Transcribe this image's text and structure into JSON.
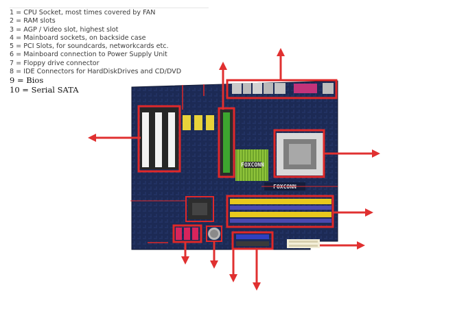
{
  "legend": [
    "1 = CPU Socket, most times covered by FAN",
    "2 = RAM slots",
    "3 = AGP / Video slot, highest slot",
    "4 = Mainboard sockets, on backside case",
    "5 = PCI Slots, for soundcards, networkcards etc.",
    "6 = Mainboard connection to Power Supply Unit",
    "7 = Floppy drive connector",
    "8 = IDE Connectors for HardDiskDrives and CD/DVD",
    "9 = Bios",
    "10 = Serial SATA"
  ],
  "board": {
    "brand_label": "FOXCONN",
    "chip_label": "FOXCONN"
  },
  "colors": {
    "arrow": "#e03030",
    "pcb": "#1c2a55",
    "highlight_box": "#e02828"
  }
}
